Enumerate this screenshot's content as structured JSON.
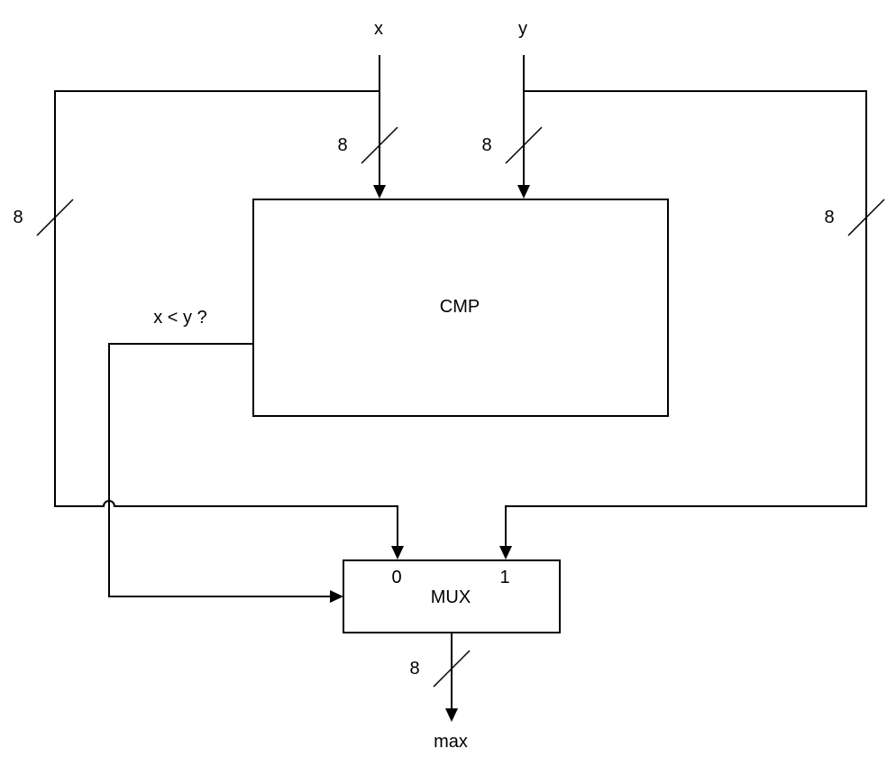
{
  "inputs": {
    "x": "x",
    "y": "y"
  },
  "output": {
    "label": "max"
  },
  "bus_width": "8",
  "comparator": {
    "label": "CMP",
    "output_label": "x < y ?"
  },
  "mux": {
    "label": "MUX",
    "input0": "0",
    "input1": "1"
  }
}
